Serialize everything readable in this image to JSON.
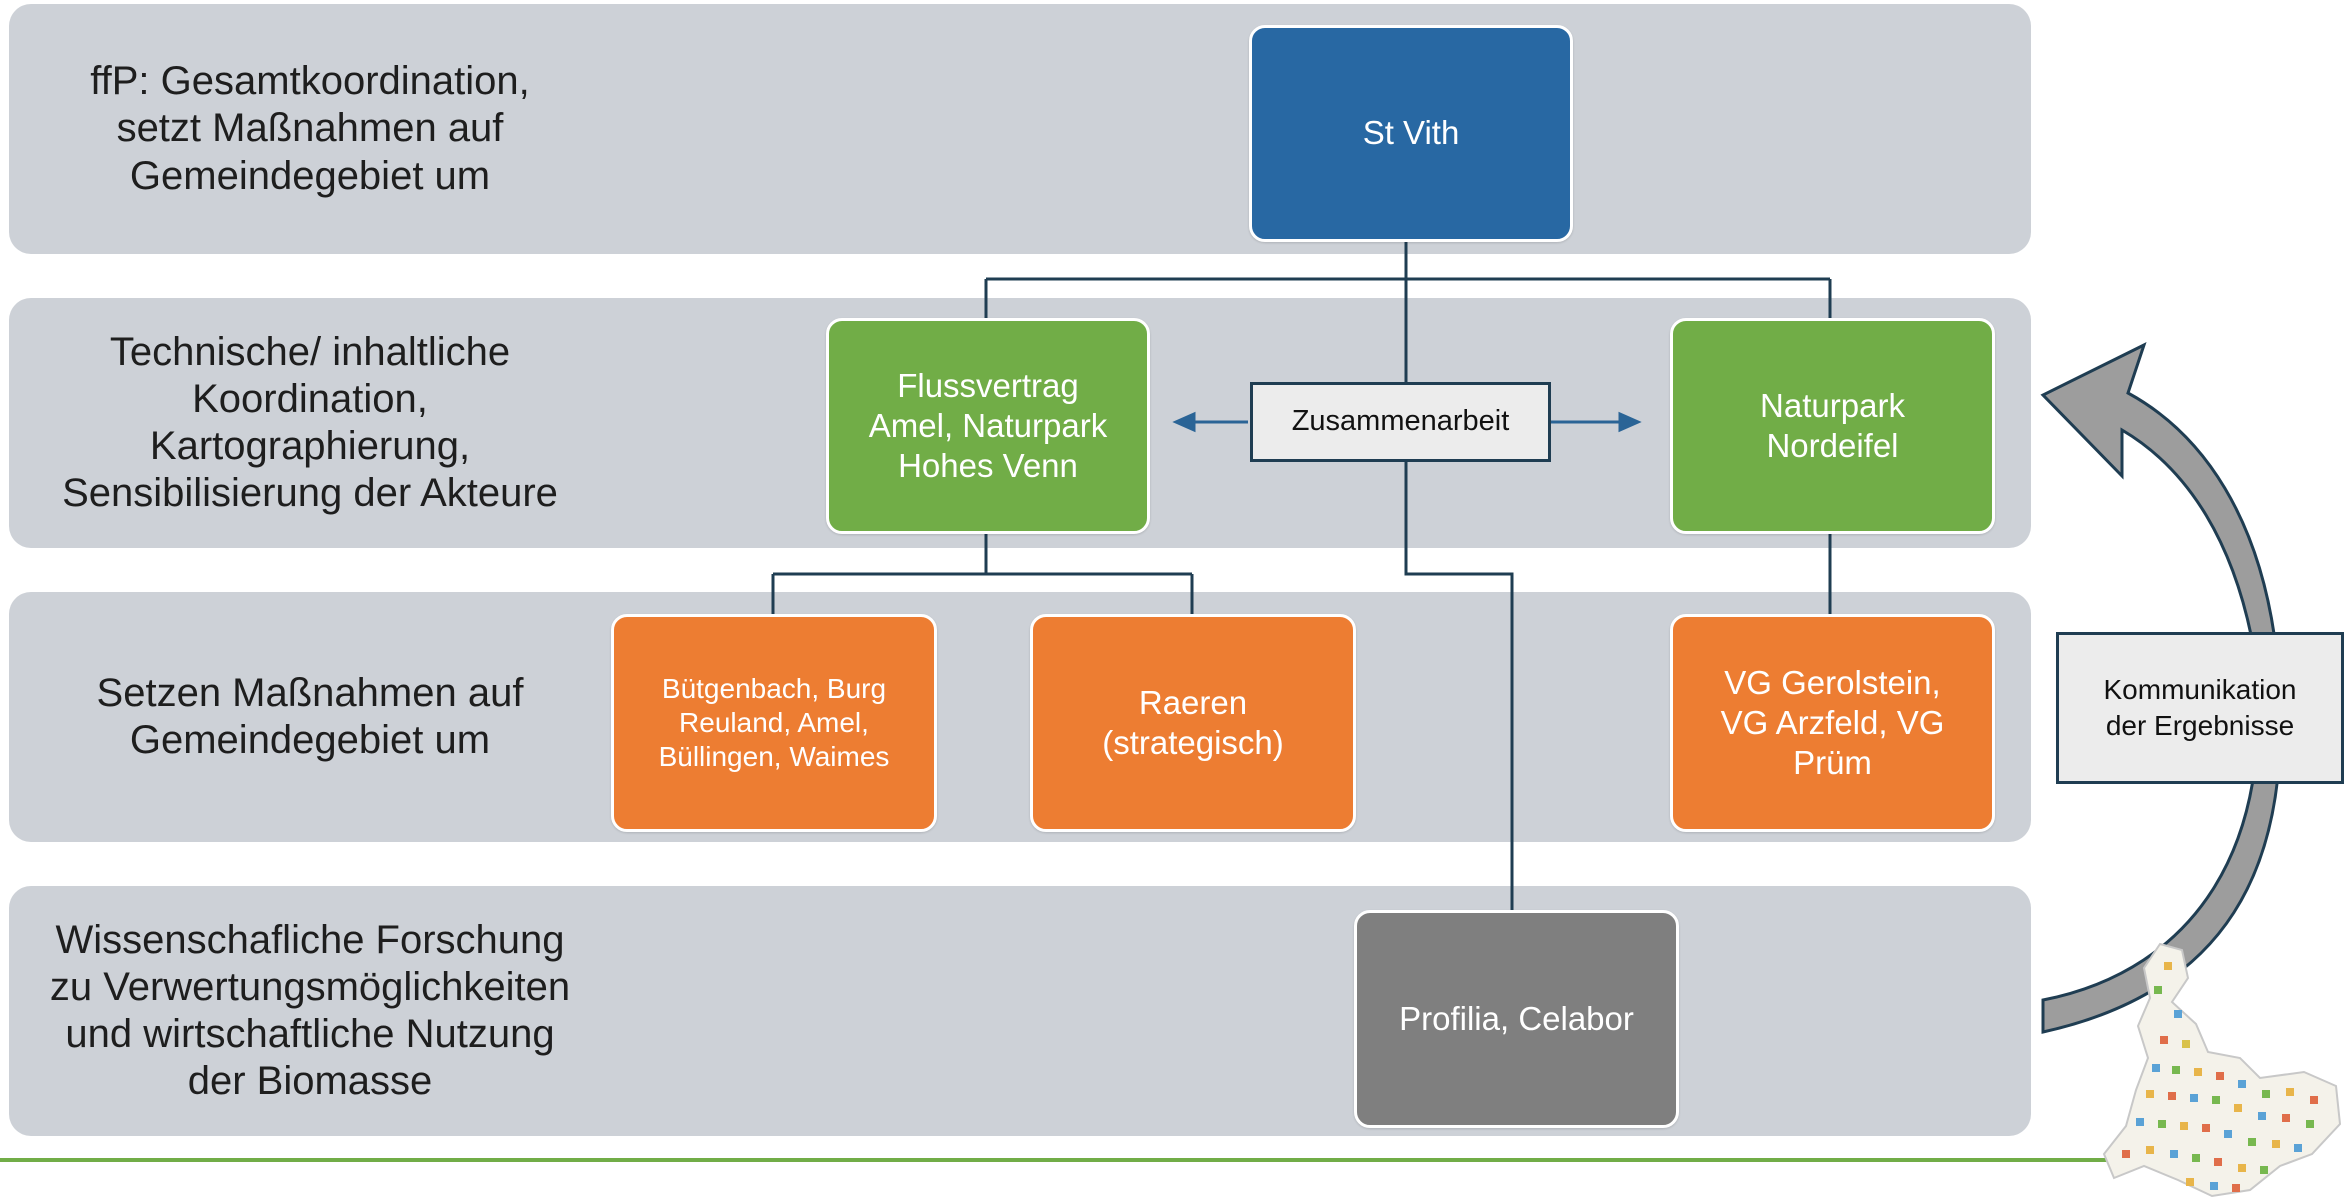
{
  "bands": [
    {
      "label": "ffP: Gesamtkoordination,\nsetzt Maßnahmen auf\nGemeindegebiet um"
    },
    {
      "label": "Technische/ inhaltliche\nKoordination,\nKartographierung,\nSensibilisierung der Akteure"
    },
    {
      "label": "Setzen Maßnahmen auf\nGemeindegebiet um"
    },
    {
      "label": "Wissenschafliche Forschung\nzu Verwertungsmöglichkeiten\nund wirtschaftliche Nutzung\nder Biomasse"
    }
  ],
  "nodes": {
    "st_vith": "St Vith",
    "flussvertrag": "Flussvertrag\nAmel, Naturpark\nHohes Venn",
    "naturpark_nordeifel": "Naturpark\nNordeifel",
    "butgenbach": "Bütgenbach, Burg\nReuland,  Amel,\nBüllingen, Waimes",
    "raeren": "Raeren\n(strategisch)",
    "vg_gerolstein": "VG Gerolstein,\nVG Arzfeld, VG\nPrüm",
    "profilia": "Profilia, Celabor"
  },
  "labels": {
    "zusammenarbeit": "Zusammenarbeit",
    "kommunikation": "Kommunikation\nder Ergebnisse"
  },
  "colors": {
    "band": "#cdd1d7",
    "blue": "#2868a3",
    "green": "#71ad47",
    "orange": "#ed7d32",
    "gray": "#7f7f7f",
    "connector": "#1f3d52",
    "arrow": "#2a6496"
  }
}
